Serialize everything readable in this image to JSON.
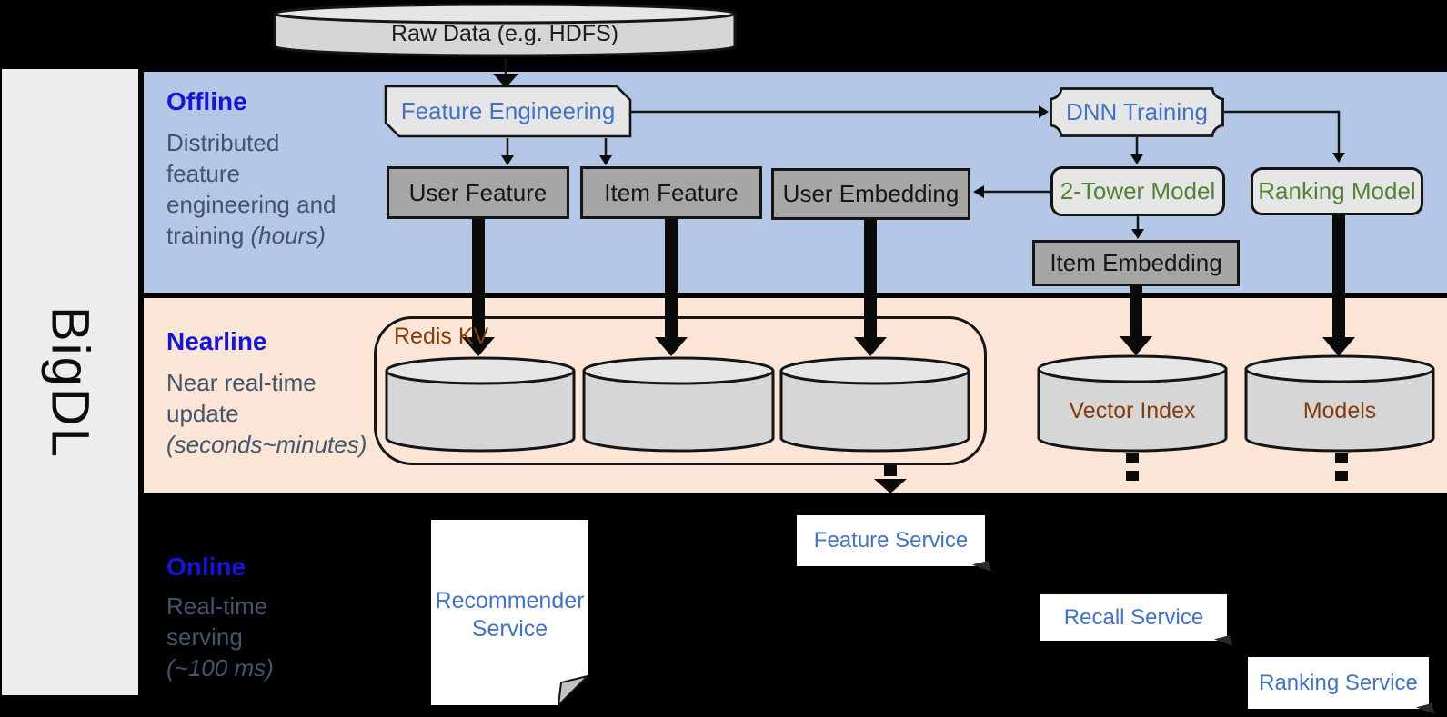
{
  "brand": {
    "label": "BigDL"
  },
  "raw_data": {
    "label": "Raw Data (e.g. HDFS)"
  },
  "bands": {
    "offline": {
      "title": "Offline",
      "line1": "Distributed",
      "line2": "feature",
      "line3": "engineering and",
      "line4_normal": "training ",
      "line4_italic": "(hours)"
    },
    "nearline": {
      "title": "Nearline",
      "line1": "Near real-time",
      "line2": "update",
      "line3_italic": "(seconds~minutes)"
    },
    "online": {
      "title": "Online",
      "line1": "Real-time",
      "line2": "serving",
      "line3_italic": "(~100 ms)"
    }
  },
  "nodes": {
    "feature_engineering": "Feature Engineering",
    "dnn_training": "DNN Training",
    "user_feature": "User Feature",
    "item_feature": "Item Feature",
    "user_embedding": "User Embedding",
    "two_tower_model": "2-Tower Model",
    "ranking_model": "Ranking Model",
    "item_embedding": "Item Embedding",
    "redis_kv": "Redis KV",
    "vector_index": "Vector Index",
    "models": "Models",
    "recommender_service": "Recommender Service",
    "feature_service": "Feature Service",
    "recall_service": "Recall Service",
    "ranking_service": "Ranking Service"
  },
  "colors": {
    "offline_band": "#b4c7e7",
    "nearline_band": "#fbe5d6",
    "online_background": "#000000",
    "band_title_blue": "#1515d6",
    "band_desc_slate": "#44546a",
    "node_text_blue": "#4472c4",
    "model_text_green": "#548235",
    "storage_text_brown": "#843c0c",
    "gray_box_fill": "#a6a6a6",
    "light_box_fill": "#e7e6e6",
    "cylinder_fill": "#d6d6d6"
  }
}
